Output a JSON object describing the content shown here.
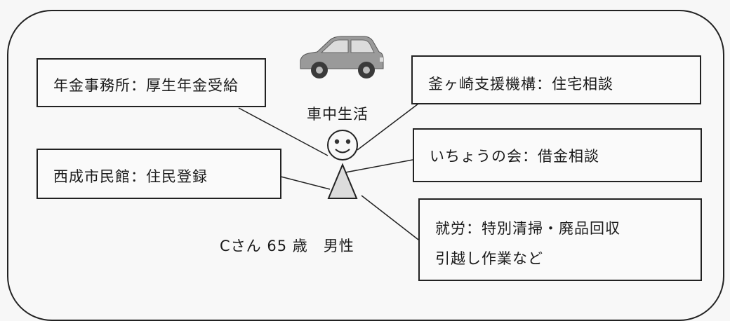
{
  "boxes": {
    "pension": "年金事務所：厚生年金受給",
    "kamagasaki": "釜ヶ崎支援機構：住宅相談",
    "icho": "いちょうの会：借金相談",
    "nishinari": "西成市民館：住民登録",
    "work_line1": "就労：特別清掃・廃品回収",
    "work_line2": "引越し作業など"
  },
  "car_label": "車中生活",
  "person_label": "Cさん 65 歳　男性",
  "icons": {
    "car": "car-icon",
    "person": "smiley-person-icon"
  }
}
